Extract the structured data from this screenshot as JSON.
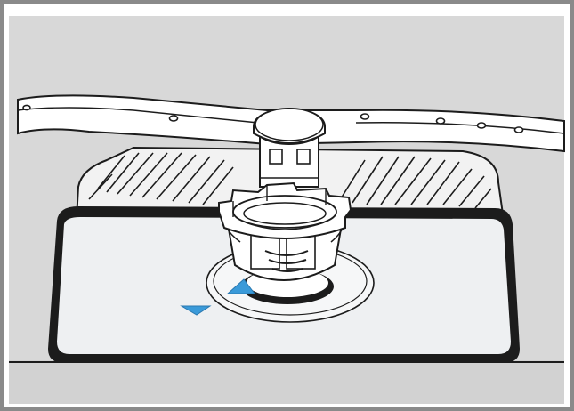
{
  "illustration": {
    "subject": "dishwasher-filter-removal",
    "colors": {
      "frame": "#8a8a8a",
      "background": "#d8d8d8",
      "line": "#1c1c1c",
      "part_fill": "#ffffff",
      "sump_fill": "#eef0f2",
      "shadow": "#bfbfbf",
      "arrow_accent": "#3a9ad9"
    },
    "markers": [
      {
        "name": "alignment-arrow-down",
        "shape": "triangle-down"
      },
      {
        "name": "alignment-arrow-up",
        "shape": "triangle-up"
      }
    ]
  }
}
